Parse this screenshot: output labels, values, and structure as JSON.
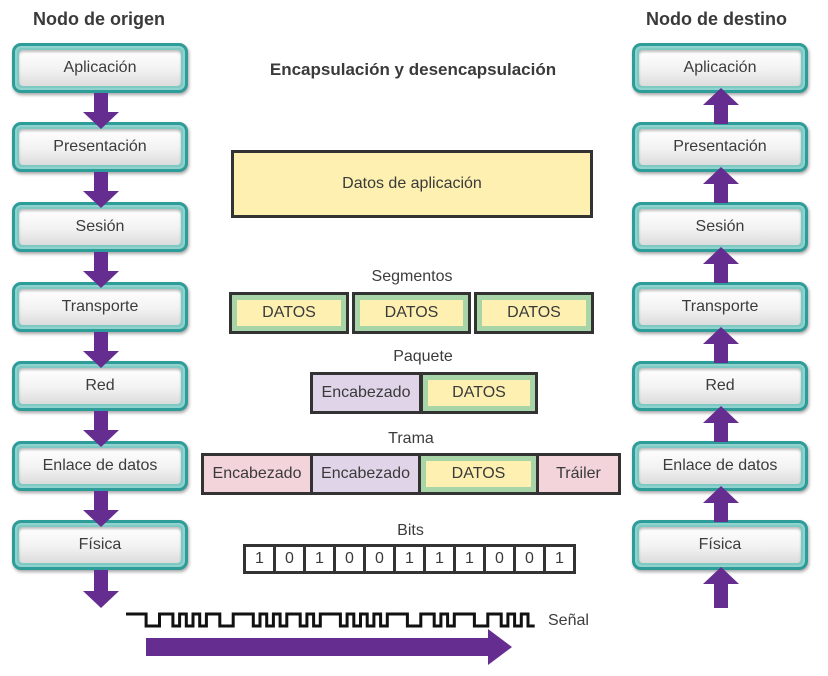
{
  "title": "Encapsulación y desencapsulación",
  "source_node": {
    "title": "Nodo de origen",
    "layers": [
      "Aplicación",
      "Presentación",
      "Sesión",
      "Transporte",
      "Red",
      "Enlace de datos",
      "Física"
    ],
    "arrow_direction": "down"
  },
  "destination_node": {
    "title": "Nodo de destino",
    "layers": [
      "Aplicación",
      "Presentación",
      "Sesión",
      "Transporte",
      "Red",
      "Enlace de datos",
      "Física"
    ],
    "arrow_direction": "up"
  },
  "pdus": {
    "application": {
      "label": "Datos de aplicación"
    },
    "segments": {
      "label": "Segmentos",
      "cells": [
        "DATOS",
        "DATOS",
        "DATOS"
      ]
    },
    "packet": {
      "label": "Paquete",
      "header": "Encabezado",
      "data": "DATOS"
    },
    "frame": {
      "label": "Trama",
      "link_header": "Encabezado",
      "net_header": "Encabezado",
      "data": "DATOS",
      "trailer": "Tráiler"
    },
    "bits": {
      "label": "Bits",
      "values": [
        "1",
        "0",
        "1",
        "0",
        "0",
        "1",
        "1",
        "1",
        "0",
        "0",
        "1"
      ]
    }
  },
  "signal": {
    "label": "Señal"
  },
  "colors": {
    "arrow": "#662d91",
    "layer_border": "#2e9c98",
    "data_fill": "#fdf0b0",
    "segment_fill": "#a8d5a8",
    "packet_header": "#e0d4e8",
    "frame_header": "#f3d4da"
  }
}
